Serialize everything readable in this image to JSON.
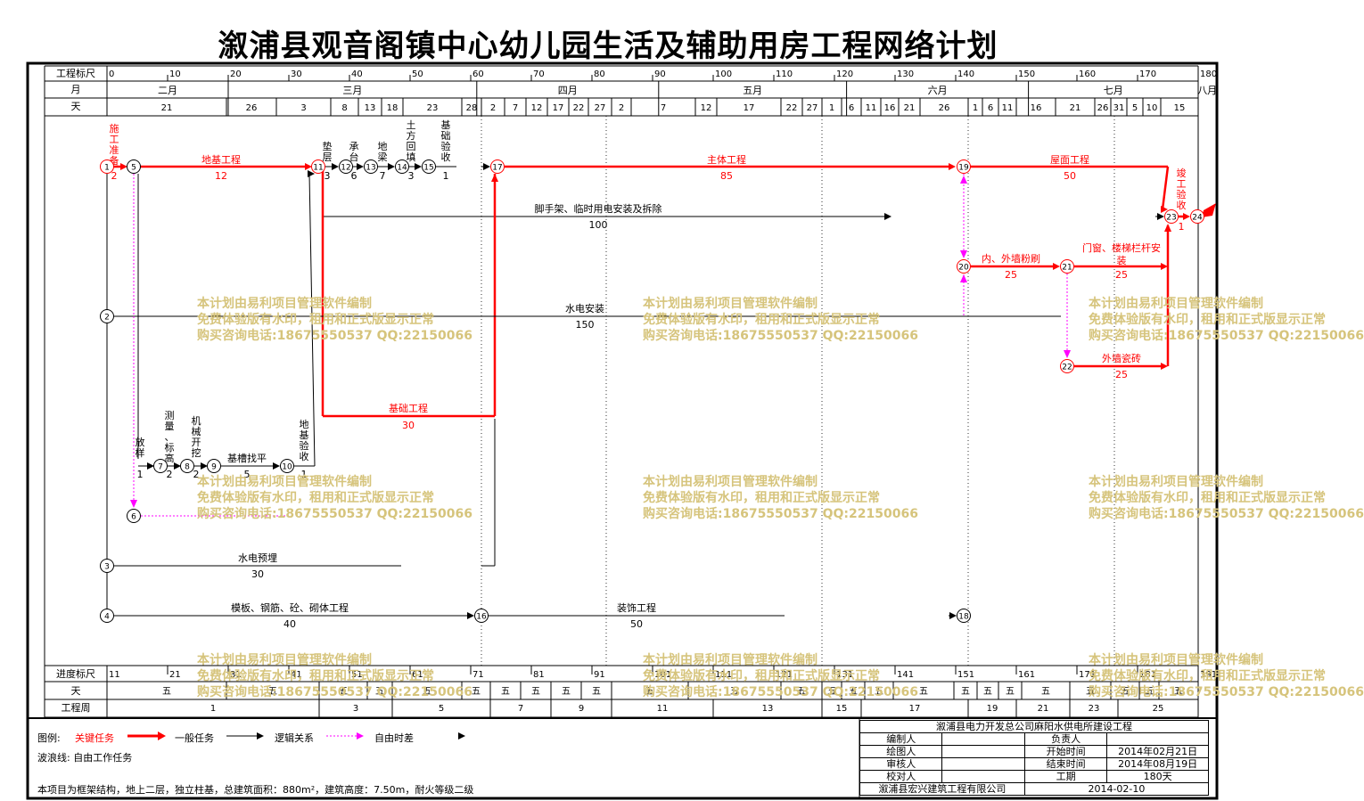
{
  "title": "溆浦县观音阁镇中心幼儿园生活及辅助用房工程网络计划",
  "header": {
    "scale_label": "工程标尺",
    "month_label": "月",
    "day_label": "天",
    "scale_ticks": [
      "0",
      "10",
      "20",
      "30",
      "40",
      "50",
      "60",
      "70",
      "80",
      "90",
      "100",
      "110",
      "120",
      "130",
      "140",
      "150",
      "160",
      "170",
      "180"
    ],
    "months": [
      "二月",
      "三月",
      "四月",
      "五月",
      "六月",
      "七月",
      "八月"
    ],
    "days": [
      "21",
      "26",
      "3",
      "8",
      "13",
      "18",
      "23",
      "28",
      "2",
      "7",
      "12",
      "17",
      "22",
      "27",
      "2",
      "7",
      "12",
      "17",
      "22",
      "27",
      "1",
      "6",
      "11",
      "16",
      "21",
      "26",
      "1",
      "6",
      "11",
      "16",
      "21",
      "26",
      "31",
      "5",
      "10",
      "15"
    ]
  },
  "footer": {
    "progress_label": "进度标尺",
    "day_label": "天",
    "week_label": "工程周",
    "progress_ticks": [
      "11",
      "21",
      "31",
      "41",
      "51",
      "61",
      "71",
      "81",
      "91",
      "101",
      "111",
      "121",
      "131",
      "141",
      "151",
      "161",
      "171",
      "181",
      "191"
    ],
    "weekday": "五",
    "weeks": [
      "1",
      "3",
      "5",
      "7",
      "9",
      "11",
      "13",
      "15",
      "17",
      "19",
      "21",
      "23",
      "25"
    ]
  },
  "tasks": {
    "t1": {
      "name": "施工准备",
      "dur": "2"
    },
    "t2": {
      "name": "地基工程",
      "dur": "12"
    },
    "t3": {
      "name": "垫层",
      "dur": "3"
    },
    "t4": {
      "name": "承台",
      "dur": "6"
    },
    "t5": {
      "name": "地梁",
      "dur": "7"
    },
    "t6": {
      "name": "土方回填",
      "dur": "3"
    },
    "t7": {
      "name": "基础验收",
      "dur": "1"
    },
    "t8": {
      "name": "主体工程",
      "dur": "85"
    },
    "t9": {
      "name": "屋面工程",
      "dur": "50"
    },
    "t10": {
      "name": "竣工验收",
      "dur": "1"
    },
    "t11": {
      "name": "脚手架、临时用电安装及拆除",
      "dur": "100"
    },
    "t12": {
      "name": "内、外墙粉刷",
      "dur": "25"
    },
    "t13": {
      "name": "门窗、楼梯栏杆安装",
      "dur": "25"
    },
    "t14": {
      "name": "水电安装",
      "dur": "150"
    },
    "t15": {
      "name": "外墙瓷砖",
      "dur": "25"
    },
    "t16": {
      "name": "基础工程",
      "dur": "30"
    },
    "t17": {
      "name": "放样",
      "dur": "1"
    },
    "t18": {
      "name": "测量、标高",
      "dur": "2"
    },
    "t19": {
      "name": "机械开挖",
      "dur": "2"
    },
    "t20": {
      "name": "基槽找平",
      "dur": "5"
    },
    "t21": {
      "name": "地基验收",
      "dur": "1"
    },
    "t22": {
      "name": "水电预埋",
      "dur": "30"
    },
    "t23": {
      "name": "模板、钢筋、砼、砌体工程",
      "dur": "40"
    },
    "t24": {
      "name": "装饰工程",
      "dur": "50"
    }
  },
  "watermark": [
    "本计划由易利项目管理软件编制",
    "免费体验版有水印，租用和正式版显示正常",
    "购买咨询电话:18675550537 QQ:22150066"
  ],
  "legend": {
    "label": "图例:",
    "critical": "关键任务",
    "normal": "一般任务",
    "logic": "逻辑关系",
    "float": "自由时差",
    "wave_note": "波浪线: 自由工作任务",
    "note": "本项目为框架结构，地上二层，独立柱基，总建筑面积：880m²，建筑高度：7.50m，耐火等级二级"
  },
  "info": {
    "project": "溆浦县电力开发总公司麻阳水供电所建设工程",
    "rows": [
      [
        "编制人",
        "",
        "负责人",
        ""
      ],
      [
        "绘图人",
        "",
        "开始时间",
        "2014年02月21日"
      ],
      [
        "审核人",
        "",
        "结束时间",
        "2014年08月19日"
      ],
      [
        "校对人",
        "",
        "工期",
        "180天"
      ]
    ],
    "company": "溆浦县宏兴建筑工程有限公司",
    "date": "2014-02-10"
  },
  "colors": {
    "critical": "#ff0000",
    "normal": "#000000",
    "float": "#ff00ff",
    "wave": "#00cc00",
    "watermark": "#d6c47c"
  }
}
